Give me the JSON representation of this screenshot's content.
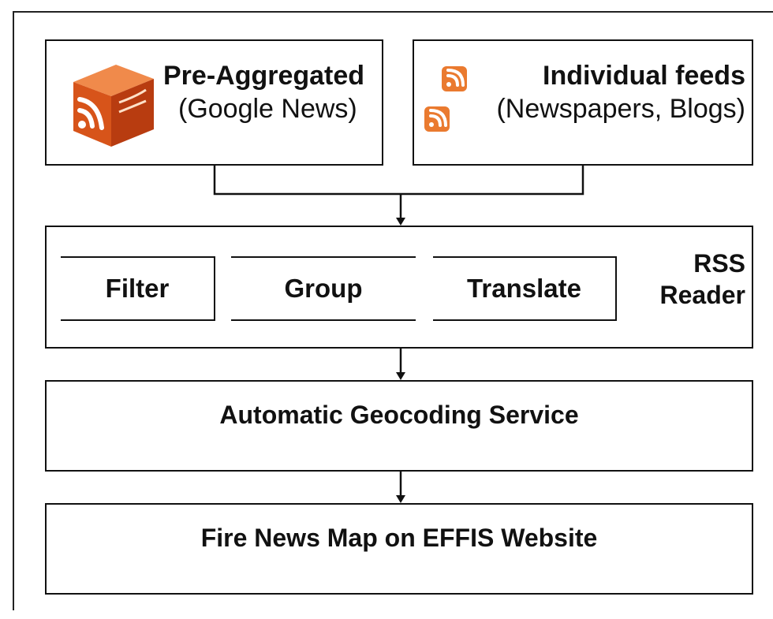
{
  "sources": {
    "pre_aggregated": {
      "line1": "Pre-Aggregated",
      "line2": "(Google News)"
    },
    "individual": {
      "line1": "Individual feeds",
      "line2": "(Newspapers, Blogs)"
    }
  },
  "reader": {
    "title_line1": "RSS",
    "title_line2": "Reader",
    "steps": [
      "Filter",
      "Group",
      "Translate"
    ]
  },
  "geocoding": {
    "label": "Automatic Geocoding Service"
  },
  "output": {
    "label": "Fire News Map on EFFIS Website"
  },
  "colors": {
    "rss_orange": "#e8621f",
    "line": "#111111"
  }
}
